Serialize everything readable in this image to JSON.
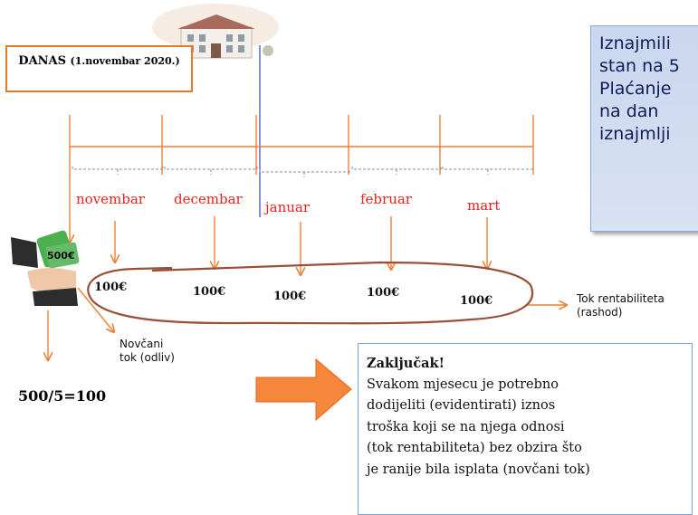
{
  "danas": {
    "label": "DANAS",
    "date": "(1.novembar 2020.)"
  },
  "rent_box": {
    "lines": [
      "Iznajmili",
      "stan na 5",
      "Plaćanje",
      "na dan",
      "iznajmlji"
    ]
  },
  "months": [
    "novembar",
    "decembar",
    "januar",
    "februar",
    "mart"
  ],
  "amounts": [
    "100€",
    "100€",
    "100€",
    "100€",
    "100€"
  ],
  "coin_amount": "500€",
  "cashflow_label": {
    "line1": "Novčani",
    "line2": "tok (odliv)"
  },
  "rentability_label": {
    "line1": "Tok rentabiliteta",
    "line2": "(rashod)"
  },
  "formula": "500/5=100",
  "conclusion": {
    "title": "Zaključak!",
    "lines": [
      "Svakom mjesecu je potrebno",
      "dodijeliti (evidentirati) iznos",
      "troška koji se na njega odnosi",
      "(tok rentabiliteta) bez obzira što",
      "je ranije bila isplata (novčani tok)"
    ]
  },
  "icons": {
    "house": "house-icon",
    "money_hands": "money-hands-icon",
    "big_arrow": "big-arrow-icon"
  },
  "colors": {
    "accent_orange": "#f08030",
    "month_red": "#e8231b",
    "rent_box_fill": "#d3ddf0",
    "box_border": "#7ea2d7"
  }
}
